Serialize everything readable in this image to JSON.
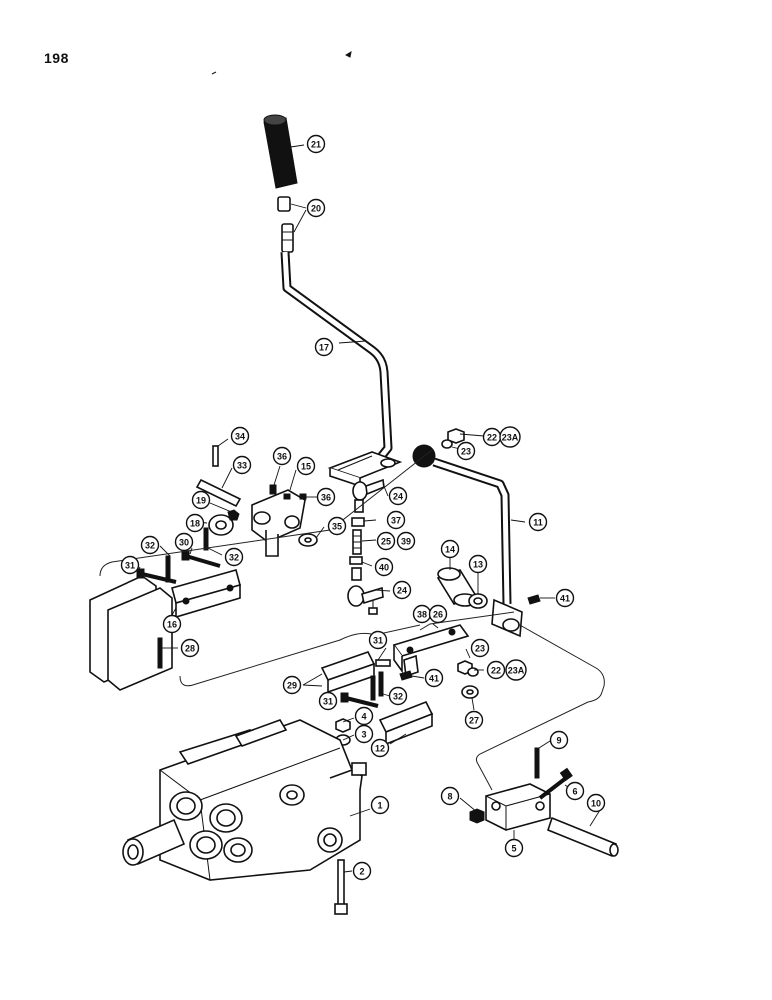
{
  "page": {
    "number": "198"
  },
  "callouts": [
    {
      "id": "c21",
      "label": "21"
    },
    {
      "id": "c20",
      "label": "20"
    },
    {
      "id": "c17",
      "label": "17"
    },
    {
      "id": "c22a",
      "label": "22"
    },
    {
      "id": "c23a_top",
      "label": "23A"
    },
    {
      "id": "c23a",
      "label": "23"
    },
    {
      "id": "c34",
      "label": "34"
    },
    {
      "id": "c33",
      "label": "33"
    },
    {
      "id": "c36a",
      "label": "36"
    },
    {
      "id": "c15",
      "label": "15"
    },
    {
      "id": "c24a",
      "label": "24"
    },
    {
      "id": "c36b",
      "label": "36"
    },
    {
      "id": "c11",
      "label": "11"
    },
    {
      "id": "c19",
      "label": "19"
    },
    {
      "id": "c18",
      "label": "18"
    },
    {
      "id": "c37",
      "label": "37"
    },
    {
      "id": "c35",
      "label": "35"
    },
    {
      "id": "c32a",
      "label": "32"
    },
    {
      "id": "c30",
      "label": "30"
    },
    {
      "id": "c32b",
      "label": "32"
    },
    {
      "id": "c25",
      "label": "25"
    },
    {
      "id": "c39",
      "label": "39"
    },
    {
      "id": "c14",
      "label": "14"
    },
    {
      "id": "c31a",
      "label": "31"
    },
    {
      "id": "c40",
      "label": "40"
    },
    {
      "id": "c13",
      "label": "13"
    },
    {
      "id": "c24b",
      "label": "24"
    },
    {
      "id": "c41a",
      "label": "41"
    },
    {
      "id": "c16",
      "label": "16"
    },
    {
      "id": "c38",
      "label": "38"
    },
    {
      "id": "c26",
      "label": "26"
    },
    {
      "id": "c28",
      "label": "28"
    },
    {
      "id": "c31b",
      "label": "31"
    },
    {
      "id": "c23b",
      "label": "23"
    },
    {
      "id": "c22b",
      "label": "22"
    },
    {
      "id": "c23a_bot",
      "label": "23A"
    },
    {
      "id": "c29",
      "label": "29"
    },
    {
      "id": "c41b",
      "label": "41"
    },
    {
      "id": "c31c",
      "label": "31"
    },
    {
      "id": "c32c",
      "label": "32"
    },
    {
      "id": "c27",
      "label": "27"
    },
    {
      "id": "c4",
      "label": "4"
    },
    {
      "id": "c3",
      "label": "3"
    },
    {
      "id": "c12",
      "label": "12"
    },
    {
      "id": "c9",
      "label": "9"
    },
    {
      "id": "c6",
      "label": "6"
    },
    {
      "id": "c8",
      "label": "8"
    },
    {
      "id": "c10",
      "label": "10"
    },
    {
      "id": "c1",
      "label": "1"
    },
    {
      "id": "c5",
      "label": "5"
    },
    {
      "id": "c2",
      "label": "2"
    }
  ]
}
